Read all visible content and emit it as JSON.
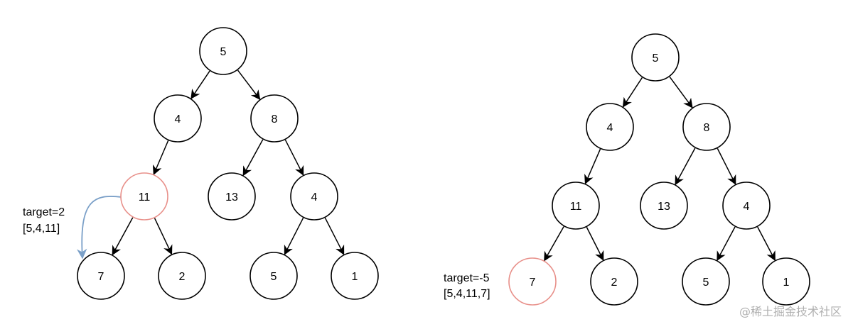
{
  "trees": [
    {
      "nodes": [
        {
          "id": "a",
          "label": "5",
          "highlight": false
        },
        {
          "id": "b",
          "label": "4",
          "highlight": false
        },
        {
          "id": "c",
          "label": "8",
          "highlight": false
        },
        {
          "id": "d",
          "label": "11",
          "highlight": true
        },
        {
          "id": "e",
          "label": "13",
          "highlight": false
        },
        {
          "id": "f",
          "label": "4",
          "highlight": false
        },
        {
          "id": "g",
          "label": "7",
          "highlight": false
        },
        {
          "id": "h",
          "label": "2",
          "highlight": false
        },
        {
          "id": "i",
          "label": "5",
          "highlight": false
        },
        {
          "id": "j",
          "label": "1",
          "highlight": false
        }
      ],
      "edges": [
        [
          "a",
          "b"
        ],
        [
          "a",
          "c"
        ],
        [
          "b",
          "d"
        ],
        [
          "c",
          "e"
        ],
        [
          "c",
          "f"
        ],
        [
          "d",
          "g"
        ],
        [
          "d",
          "h"
        ],
        [
          "f",
          "i"
        ],
        [
          "f",
          "j"
        ]
      ],
      "annotation": [
        "target=2",
        "[5,4,11]"
      ],
      "highlight_arrow": {
        "from": "d",
        "to": "g",
        "color": "#7ba0c8"
      }
    },
    {
      "nodes": [
        {
          "id": "a",
          "label": "5",
          "highlight": false
        },
        {
          "id": "b",
          "label": "4",
          "highlight": false
        },
        {
          "id": "c",
          "label": "8",
          "highlight": false
        },
        {
          "id": "d",
          "label": "11",
          "highlight": false
        },
        {
          "id": "e",
          "label": "13",
          "highlight": false
        },
        {
          "id": "f",
          "label": "4",
          "highlight": false
        },
        {
          "id": "g",
          "label": "7",
          "highlight": true
        },
        {
          "id": "h",
          "label": "2",
          "highlight": false
        },
        {
          "id": "i",
          "label": "5",
          "highlight": false
        },
        {
          "id": "j",
          "label": "1",
          "highlight": false
        }
      ],
      "edges": [
        [
          "a",
          "b"
        ],
        [
          "a",
          "c"
        ],
        [
          "b",
          "d"
        ],
        [
          "c",
          "e"
        ],
        [
          "c",
          "f"
        ],
        [
          "d",
          "g"
        ],
        [
          "d",
          "h"
        ],
        [
          "f",
          "i"
        ],
        [
          "f",
          "j"
        ]
      ],
      "annotation": [
        "target=-5",
        "[5,4,11,7]"
      ]
    }
  ],
  "colors": {
    "node_stroke": "#000000",
    "highlight_stroke": "#e8908a",
    "arrow_curve": "#7ba0c8"
  },
  "watermark": "@稀土掘金技术社区"
}
